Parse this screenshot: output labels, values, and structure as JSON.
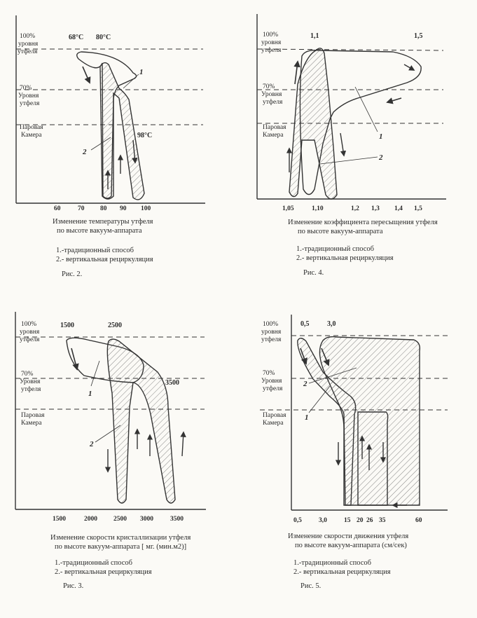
{
  "level_labels": {
    "top": [
      "100%",
      "уровня",
      "утфеля"
    ],
    "mid": [
      "70%",
      "Уровня",
      "утфеля"
    ],
    "bottom": [
      "Паровая",
      "Камера"
    ]
  },
  "legend": {
    "item1": "1.-традиционный  способ",
    "item2": "2.- вертикальная  рециркуляция"
  },
  "panels": [
    {
      "id": "fig2",
      "top_labels": [
        "68°C",
        "80°C"
      ],
      "side_label": "98°C",
      "x_ticks": [
        "60",
        "70",
        "80",
        "90",
        "100"
      ],
      "curve_labels": [
        "1",
        "2"
      ],
      "caption": [
        "Изменение  температуры  утфеля",
        "по  высоте  вакуум-аппарата"
      ],
      "figure": "Рис. 2."
    },
    {
      "id": "fig4",
      "top_labels": [
        "1,1",
        "1,5"
      ],
      "x_ticks": [
        "1,05",
        "1,10",
        "1,2",
        "1,3",
        "1,4",
        "1,5"
      ],
      "curve_labels": [
        "1",
        "2"
      ],
      "caption": [
        "Изменение  коэффициента пересыщения  утфеля",
        "по  высоте  вакуум-аппарата"
      ],
      "figure": "Рис. 4."
    },
    {
      "id": "fig3",
      "top_labels": [
        "1500",
        "2500"
      ],
      "side_label": "3500",
      "x_ticks": [
        "1500",
        "2000",
        "2500",
        "3000",
        "3500"
      ],
      "curve_labels": [
        "1",
        "2"
      ],
      "caption": [
        "Изменение  скорости  кристаллизации утфеля",
        "по  высоте  вакуум-аппарата [ мг. (мин.м2)]"
      ],
      "figure": "Рис. 3."
    },
    {
      "id": "fig5",
      "top_labels": [
        "0,5",
        "3,0"
      ],
      "x_ticks": [
        "0,5",
        "3,0",
        "15",
        "20",
        "26",
        "35",
        "60"
      ],
      "curve_labels": [
        "2",
        "1"
      ],
      "caption": [
        "Изменение  скорости  движения  утфеля",
        "по  высоте  вакуум-аппарата (см/сек)"
      ],
      "figure": "Рис. 5."
    }
  ]
}
